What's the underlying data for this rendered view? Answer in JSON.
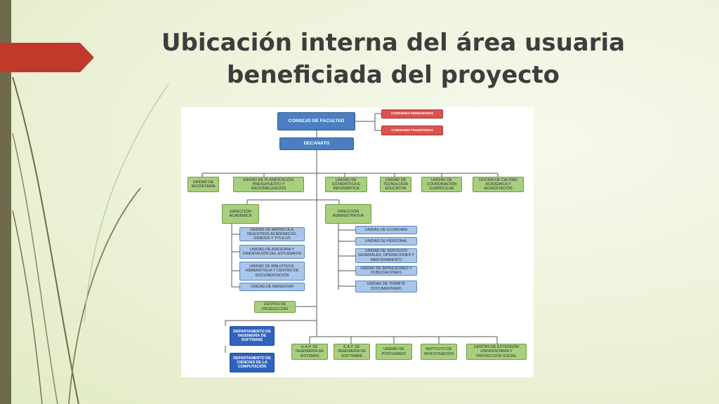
{
  "slide": {
    "title_line1": "Ubicación interna del área usuaria",
    "title_line2": "beneficiada del proyecto"
  },
  "org_chart": {
    "consejo": "CONSEJO DE FACULTAD",
    "comisiones_permanentes": "COMISIONES PERMANENTES",
    "comisiones_transitorias": "COMISIONES TRANSITORIAS",
    "decanato": "DECANATO",
    "units": [
      "UNIDAD DE\nSECRETARÍA",
      "UNIDAD DE PLANIFICACIÓN,\nPRESUPUESTO Y\nRACIONALIZACIÓN",
      "UNIDAD DE\nESTADÍSTICA E\nINFORMÁTICA",
      "UNIDAD DE\nTECNOLOGÍA\nEDUCATIVA",
      "UNIDAD DE\nCOORDINACIÓN\nCURRICULAR",
      "OFICINA DE CALIDAD\nACADÉMICA Y\nACREDITACIÓN"
    ],
    "direccion_academica": "DIRECCIÓN\nACADÉMICA",
    "academica_units": [
      "UNIDAD DE MATRÍCULA,\nREGISTROS ACADÉMICOS,\nGRADOS Y TÍTULOS",
      "UNIDAD DE ASESORÍA Y\nORIENTACIÓN DEL ESTUDIANTE",
      "UNIDAD DE BIBLIOTECA,\nHEMEROTECA Y CENTRO DE\nDOCUMENTACIÓN",
      "UNIDAD DE BIENESTAR"
    ],
    "direccion_administrativa": "DIRECCIÓN\nADMINISTRATIVA",
    "administrativa_units": [
      "UNIDAD DE ECONOMÍA",
      "UNIDAD DE PERSONAL",
      "UNIDAD DE SERVICIOS\nGENERALES, OPERACIONES Y\nMANTENIMIENTO",
      "UNIDAD DE IMPRESIONES Y\nPUBLICACIONES",
      "UNIDAD DE TRÁMITE\nDOCUMENTARIO"
    ],
    "centro_produccion": "CENTRO DE\nPRODUCCIÓN",
    "departamentos": [
      "DEPARTAMENTO DE\nINGENIERÍA DE\nSOFTWARE",
      "DEPARTAMENTO DE\nCIENCIAS DE LA\nCOMPUTACIÓN"
    ],
    "bottom_units": [
      "E.A.P. DE\nINGENIERÍA DE\nSISTEMAS",
      "E.A.P. DE\nINGENIERÍA DE\nSOFTWARE",
      "UNIDAD DE\nPOSTGRADO",
      "INSTITUTO DE\nINVESTIGACIÓN",
      "CENTRO DE EXTENSIÓN\nUNIVERSITARIA Y\nPROYECCIÓN SOCIAL"
    ]
  },
  "colors": {
    "accent_red": "#c0392b",
    "left_bar": "#6e6a4b",
    "node_blue": "#4a7fc1",
    "node_green": "#a8cf7e",
    "node_light_blue": "#a9c6ea",
    "node_red": "#d9534f"
  }
}
